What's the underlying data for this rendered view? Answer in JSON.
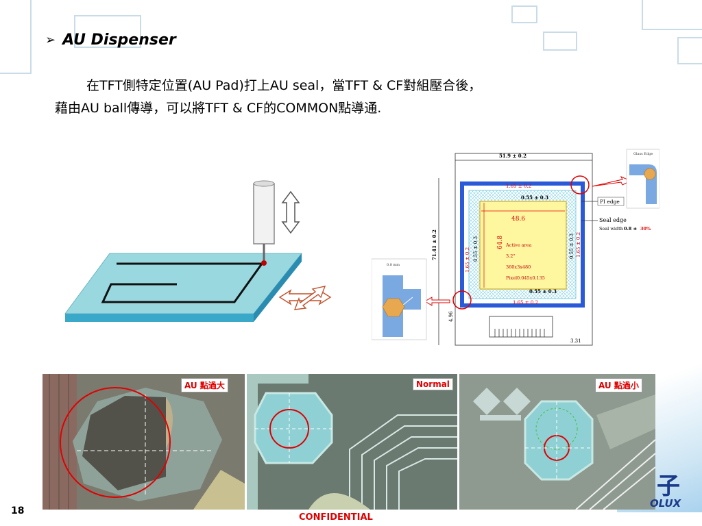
{
  "slide": {
    "title": "AU Dispenser",
    "bullet_icon": "arrowhead-bullet",
    "line1": "在TFT側特定位置(AU Pad)打上AU seal，當TFT & CF對組壓合後，",
    "line2": "藉由AU ball傳導，可以將TFT & CF的COMMON點導通.",
    "page_number": "18",
    "footer": "CONFIDENTIAL"
  },
  "drawing": {
    "dim_top": "51.9 ± 0.2",
    "dim_left": "71.41 ± 0.2",
    "dim_top_red": "1.65 ± 0.2",
    "dim_gap_top": "0.55 ± 0.3",
    "dim_gap_bottom": "0.55 ± 0.3",
    "dim_bottom_red": "1.65 ± 0.2",
    "dim_left_inner": "0.55 ± 0.3",
    "dim_left_red": "1.65 ± 0.2",
    "dim_right_inner": "0.55 ± 0.3",
    "dim_right_red": "1.65 ± 0.2",
    "active_width": "48.6",
    "active_height": "64.8",
    "active_text": [
      "Active area",
      "3.2\"",
      "360x3x480",
      "Pixel0.045x0.135"
    ],
    "dim_bottom_left": "4.96",
    "dim_bottom_right": "3.31",
    "pi_edge": "PI edge",
    "seal_edge": "Seal edge",
    "seal_width_label": "Seal width",
    "seal_width_value": "0.8 ±",
    "seal_width_pct": "30%",
    "detail_left_label": "0.8 mm",
    "detail_right_label": "Glass Edge"
  },
  "photos": [
    {
      "label": "AU 點過大"
    },
    {
      "label": "Normal"
    },
    {
      "label": "AU 點過小"
    }
  ],
  "logo": {
    "char": "子",
    "text": "OLUX"
  },
  "colors": {
    "accent_blue": "#1a6ac8",
    "seal_blue": "#2a5ad8",
    "mark_red": "#e00000",
    "active_yellow": "#fff6a0",
    "plate_cyan": "#9ad8e0",
    "deco_border": "#c8dce8"
  }
}
